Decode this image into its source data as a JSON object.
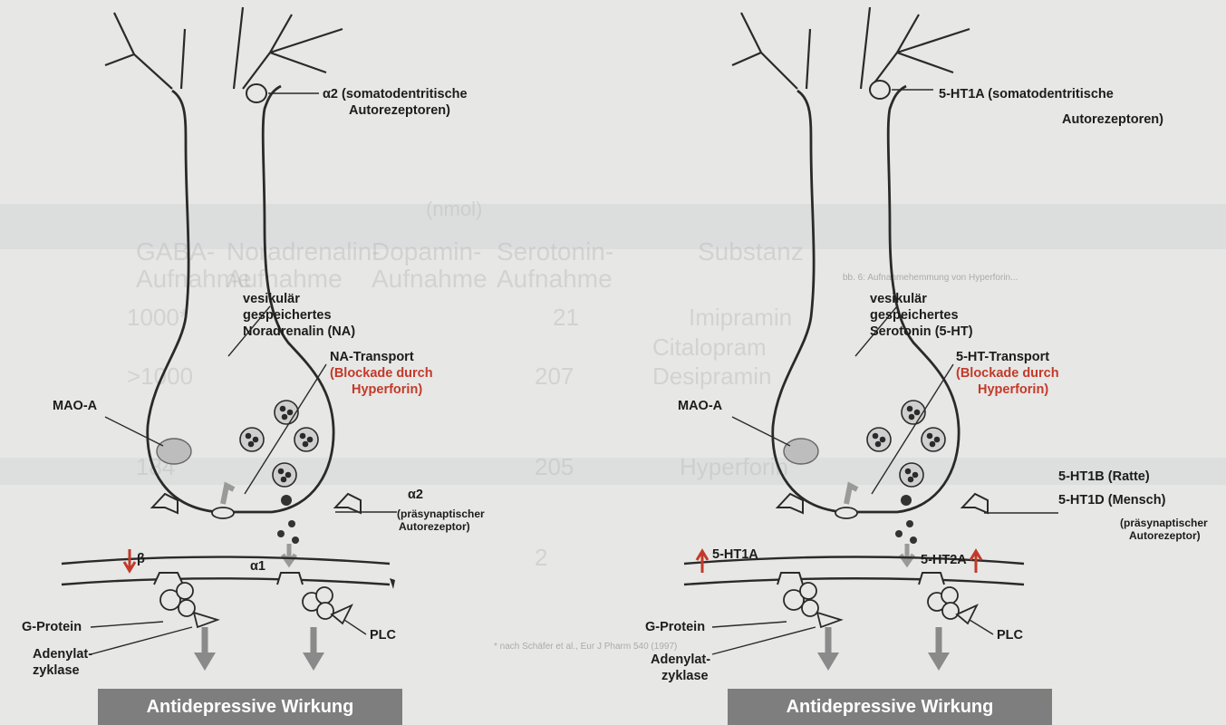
{
  "left": {
    "alpha2_somato": "α2 (somatodentritische",
    "autorezeptoren": "Autorezeptoren)",
    "mao": "MAO-A",
    "vesikular": "vesikulär",
    "gespeichertes": "gespeichertes",
    "transmitter": "Noradrenalin (NA)",
    "transport": "NA-Transport",
    "blockade1": "(Blockade durch",
    "blockade2": "Hyperforin)",
    "alpha2_pre": "α2",
    "praesyn": "(präsynaptischer",
    "autorezeptor": "Autorezeptor)",
    "beta": "β",
    "alpha1": "α1",
    "gprotein": "G-Protein",
    "adenylat1": "Adenylat-",
    "adenylat2": "zyklase",
    "plc": "PLC",
    "banner": "Antidepressive Wirkung"
  },
  "right": {
    "ht1a_somato": "5-HT1A (somatodentritische",
    "autorezeptoren": "Autorezeptoren)",
    "mao": "MAO-A",
    "vesikular": "vesikulär",
    "gespeichertes": "gespeichertes",
    "transmitter": "Serotonin (5-HT)",
    "transport": "5-HT-Transport",
    "blockade1": "(Blockade durch",
    "blockade2": "Hyperforin)",
    "ht1b": "5-HT1B (Ratte)",
    "ht1d": "5-HT1D (Mensch)",
    "praesyn": "(präsynaptischer",
    "autorezeptor": "Autorezeptor)",
    "ht1a": "5-HT1A",
    "ht2a": "5-HT2A",
    "gprotein": "G-Protein",
    "adenylat1": "Adenylat-",
    "adenylat2": "zyklase",
    "plc": "PLC",
    "banner": "Antidepressive Wirkung"
  },
  "colors": {
    "line": "#2a2a2a",
    "red": "#c23a2a",
    "banner": "#7e7e7e",
    "vesicle": "#bdbdbd",
    "grey_arrow": "#8a8a8a"
  },
  "background_text": {
    "header": "(nmol)",
    "col1a": "Substanz",
    "col2a": "Serotonin-",
    "col2b": "Aufnahme",
    "col3a": "Dopamin-",
    "col3b": "Aufnahme",
    "col4a": "Noradrenalin-",
    "col4b": "Aufnahme",
    "col5a": "GABA-",
    "col5b": "Aufnahme",
    "r1": "Imipramin",
    "r2": "Citalopram",
    "r3": "Desipramin",
    "r4": "Hyperforin",
    "v1": "21",
    "v2": "207",
    "v3": "205",
    "v4": "2",
    "v5": "1000*",
    "v6": ">1000",
    "v7": "184"
  },
  "background_note_right": "bb. 6: Aufnahmehemmung von Hyperforin...",
  "background_note_bottom": "* nach Schäfer et al., Eur J Pharm 540 (1997)"
}
